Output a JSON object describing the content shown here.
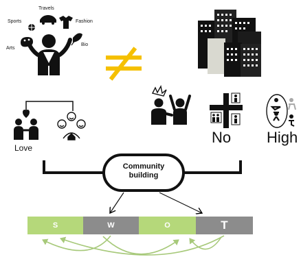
{
  "interests": {
    "travels": "Travels",
    "sports": "Sports",
    "fashion": "Fashion",
    "arts": "Arts",
    "bio": "Bio"
  },
  "labels": {
    "love": "Love",
    "no": "No",
    "high": "High"
  },
  "center": {
    "line1": "Community",
    "line2": "building"
  },
  "swot": {
    "s": "S",
    "w": "W",
    "o": "O",
    "t": "T"
  },
  "colors": {
    "green": "#b5d87a",
    "gray": "#8c8c8c",
    "not_equal": "#f5c000",
    "arrow_green": "#a7c97a"
  }
}
